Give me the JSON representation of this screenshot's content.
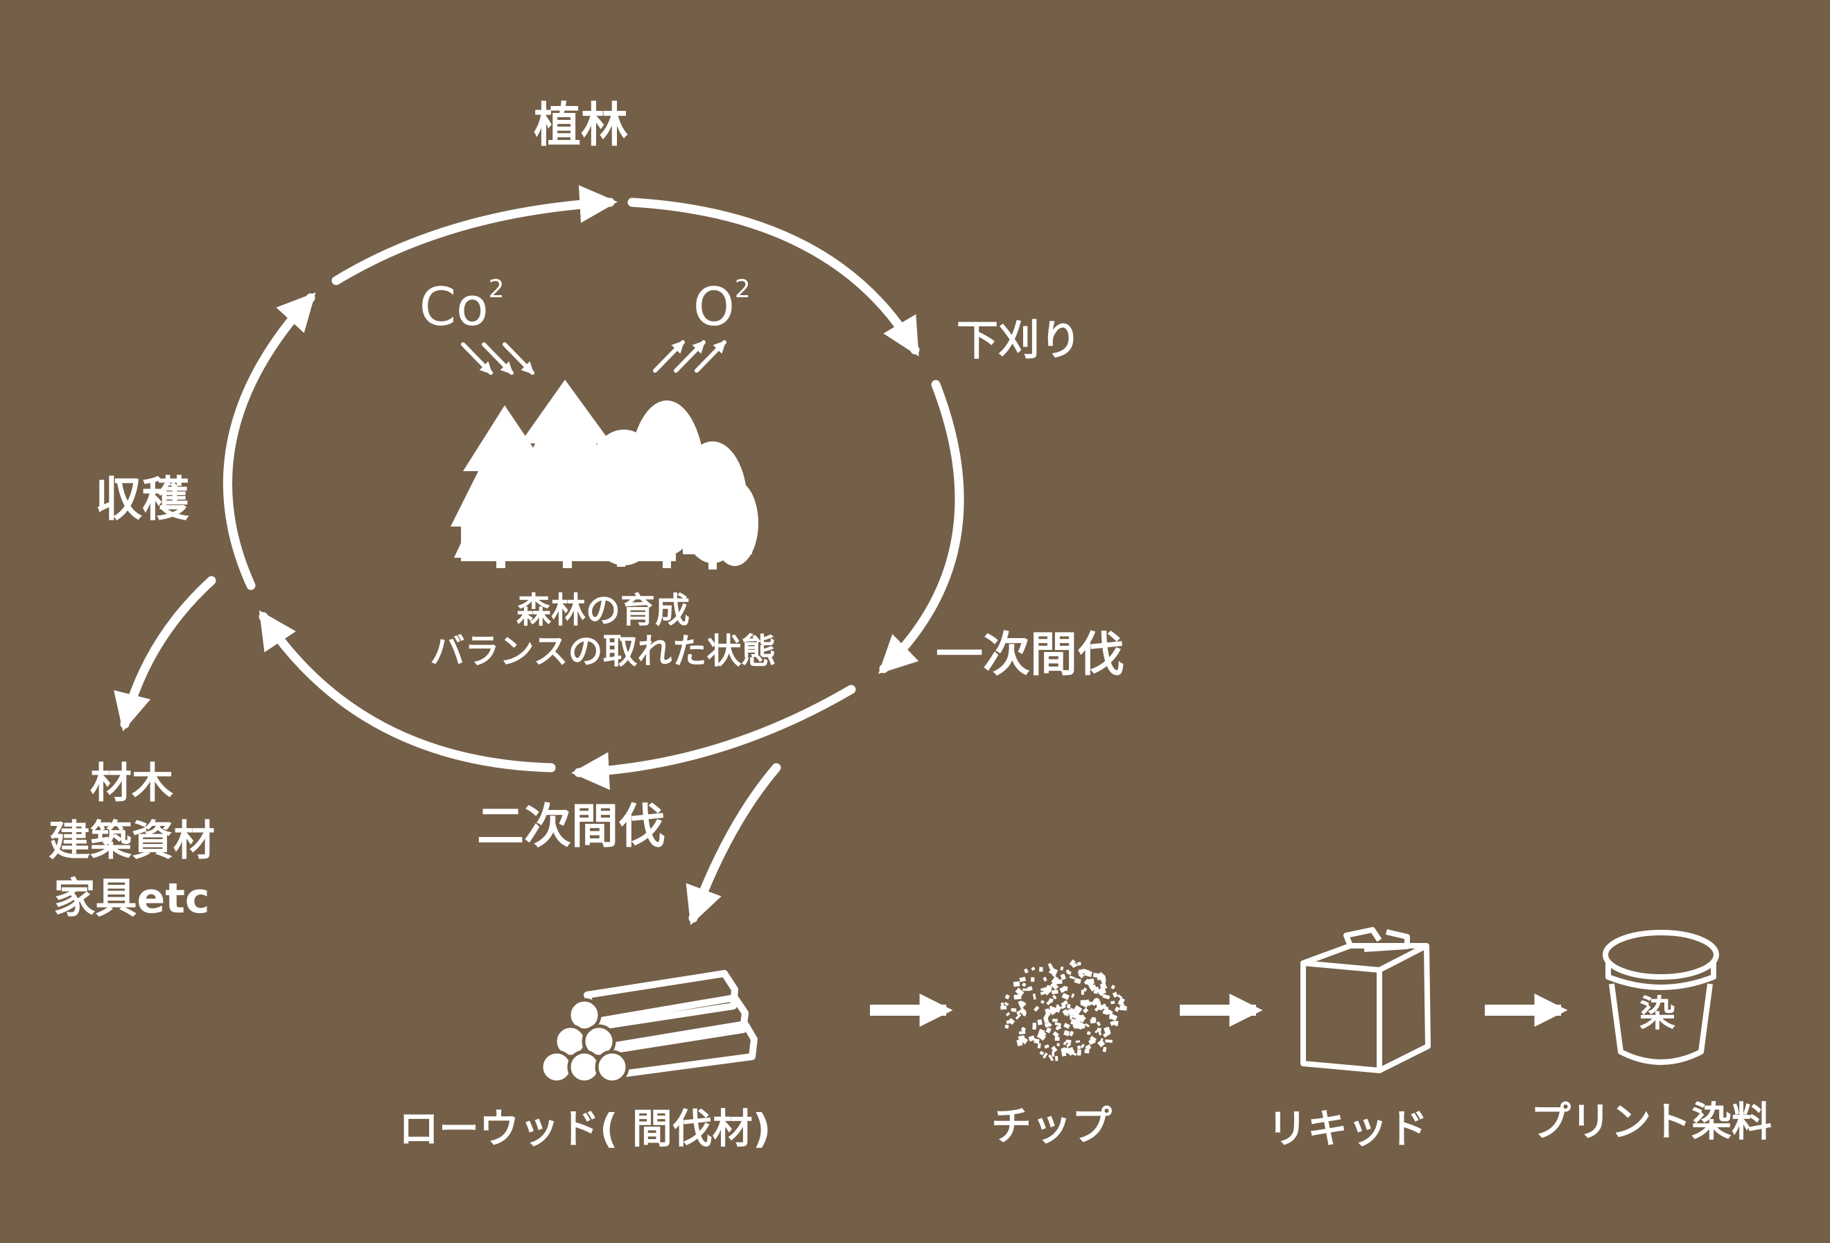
{
  "colors": {
    "background": "#745f48",
    "foreground": "#ffffff"
  },
  "cycle": {
    "stages": {
      "planting": "植林",
      "undergrowth_cutting": "下刈り",
      "first_thinning": "一次間伐",
      "second_thinning": "二次間伐",
      "harvest": "収穫"
    },
    "gases": {
      "co2": {
        "base": "Co",
        "sup": "2"
      },
      "o2": {
        "base": "O",
        "sup": "2"
      }
    },
    "center": {
      "line1": "森林の育成",
      "line2": "バランスの取れた状態"
    }
  },
  "products": {
    "line1": "材木",
    "line2": "建築資材",
    "line3": "家具etc"
  },
  "process": {
    "steps": [
      {
        "label": "ローウッド( 間伐材)",
        "icon": "logs-icon"
      },
      {
        "label": "チップ",
        "icon": "wood-chips-icon"
      },
      {
        "label": "リキッド",
        "icon": "liquid-container-icon"
      },
      {
        "label": "プリント染料",
        "icon": "dye-bucket-icon",
        "badge": "染"
      }
    ]
  }
}
